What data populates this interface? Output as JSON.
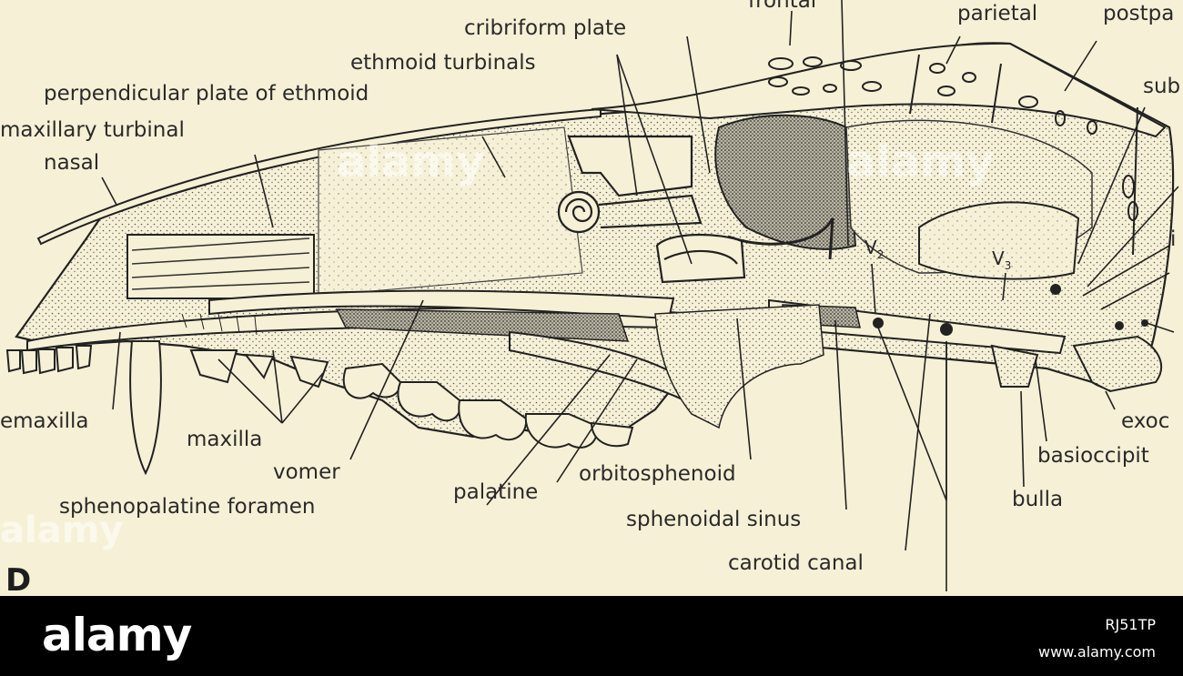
{
  "figure": {
    "panel_letter": "D",
    "labels": {
      "frontal": "frontal",
      "cribriform_plate": "cribriform plate",
      "parietal": "parietal",
      "postparietal": "postpa",
      "ethmoid_turbinals": "ethmoid turbinals",
      "perpendicular_plate": "perpendicular plate of ethmoid",
      "maxillary_turbinal": "maxillary turbinal",
      "nasal": "nasal",
      "sub": "sub",
      "premaxilla": "emaxilla",
      "maxilla": "maxilla",
      "vomer": "vomer",
      "sphenopalatine_foramen": "sphenopalatine foramen",
      "palatine": "palatine",
      "orbitosphenoid": "orbitosphenoid",
      "sphenoidal_sinus": "sphenoidal sinus",
      "carotid_canal": "carotid canal",
      "bulla": "bulla",
      "basioccipital": "basioccipit",
      "exoccipital": "exoc",
      "i_fragment": "i",
      "v2": "V2",
      "v3": "V3"
    }
  },
  "watermark": {
    "text": "alamy"
  },
  "footer": {
    "brand": "alamy",
    "image_id": "RJ51TP",
    "url": "www.alamy.com"
  }
}
